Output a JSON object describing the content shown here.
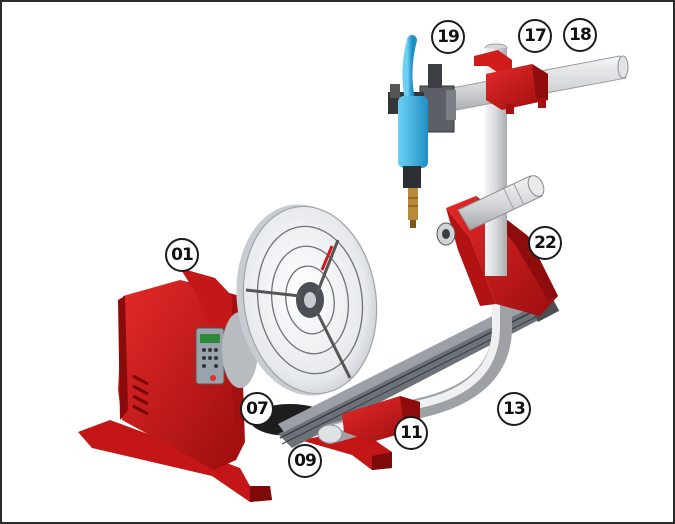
{
  "colors": {
    "frame": "#2b2b2b",
    "body_red": "#d11a1a",
    "dark_red": "#8e0c0c",
    "steel": "#c9ccd0",
    "torch_blue": "#3fb3e6",
    "callout_border": "#1c1c1c"
  },
  "callouts": [
    {
      "id": "c01",
      "label": "01"
    },
    {
      "id": "c07",
      "label": "07"
    },
    {
      "id": "c09",
      "label": "09"
    },
    {
      "id": "c11",
      "label": "11"
    },
    {
      "id": "c13",
      "label": "13"
    },
    {
      "id": "c17",
      "label": "17"
    },
    {
      "id": "c18",
      "label": "18"
    },
    {
      "id": "c19",
      "label": "19"
    },
    {
      "id": "c22",
      "label": "22"
    }
  ]
}
